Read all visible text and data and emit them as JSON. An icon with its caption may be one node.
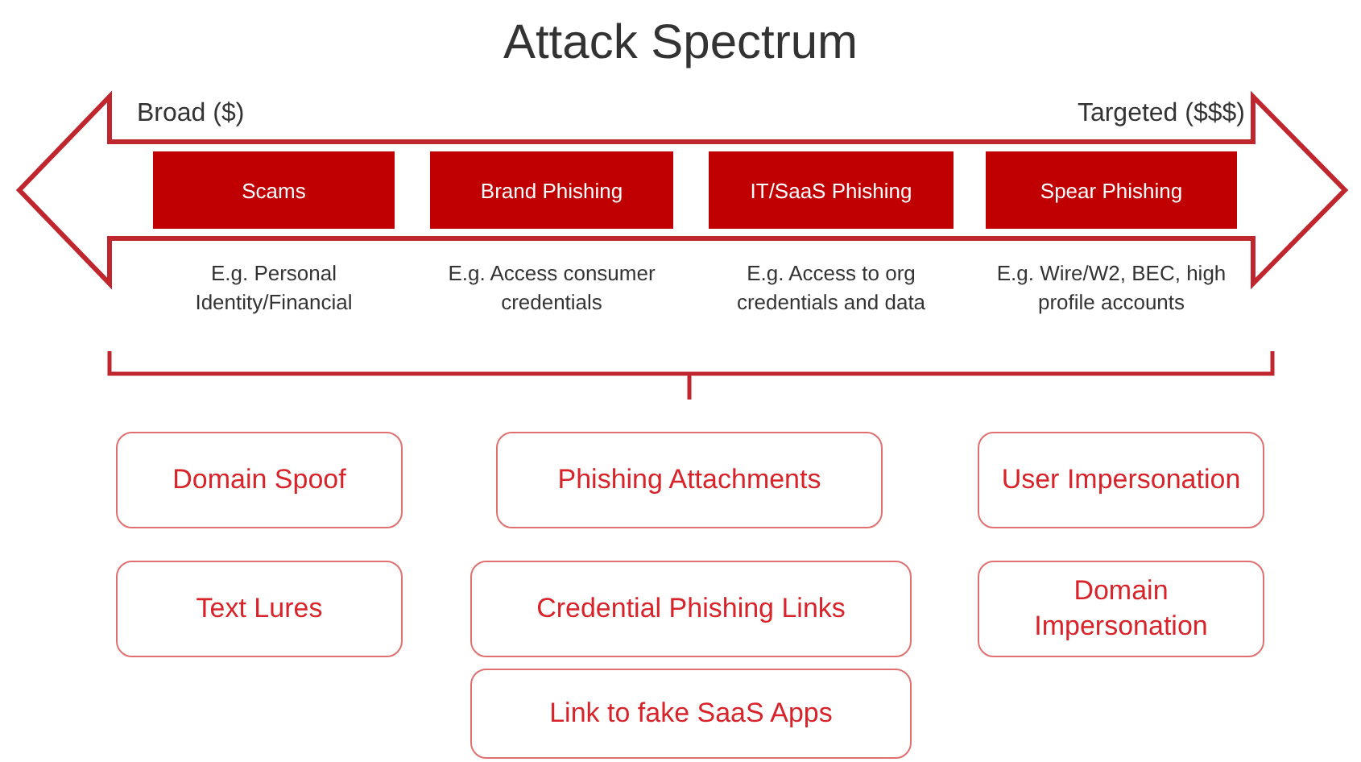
{
  "diagram": {
    "title": "Attack Spectrum",
    "nodes": [
      {
        "text": [
          "Scams"
        ],
        "beside": [
          "E.g. Personal Identity/Financial"
        ]
      },
      {
        "text": [
          "Brand Phishing"
        ],
        "beside": [
          "E.g. Access consumer credentials"
        ]
      },
      {
        "text": [
          "IT/SaaS Phishing"
        ],
        "beside": [
          "E.g. Access to org credentials and data"
        ]
      },
      {
        "text": [
          "Spear Phishing"
        ],
        "beside": [
          "E.g. Wire/W2, BEC, high profile accounts"
        ]
      },
      {
        "text": [
          "Domain Spoof"
        ]
      },
      {
        "text": [
          "Phishing Attachments"
        ]
      },
      {
        "text": [
          "User Impersonation"
        ]
      },
      {
        "text": [
          "Text Lures"
        ]
      },
      {
        "text": [
          "Credential Phishing Links"
        ]
      },
      {
        "text": [
          "Domain Impersonation"
        ]
      },
      {
        "text": [
          "Link to fake SaaS Apps"
        ]
      }
    ],
    "edges": [],
    "labels": [
      "Broad ($)",
      "Targeted ($$$)"
    ]
  }
}
